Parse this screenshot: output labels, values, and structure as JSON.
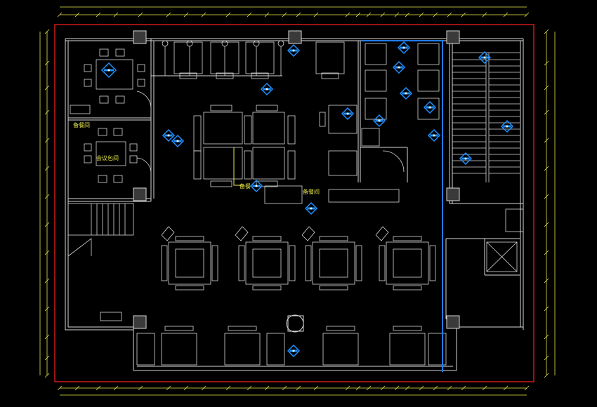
{
  "colors": {
    "background": "#000000",
    "walls": "#d8d8d8",
    "dimension": "#e8e84a",
    "frame": "#ff2020",
    "blueLine": "#1f7cff",
    "symbol": "#1e90ff"
  },
  "labels": {
    "room_upper": "备餐间",
    "room_lower": "会议包间",
    "callout": "备餐",
    "counter": "备餐间"
  },
  "icons": {
    "sprinkler_symbol": "ceiling-diffuser-icon",
    "stair": "stair-icon",
    "column": "column-icon"
  }
}
